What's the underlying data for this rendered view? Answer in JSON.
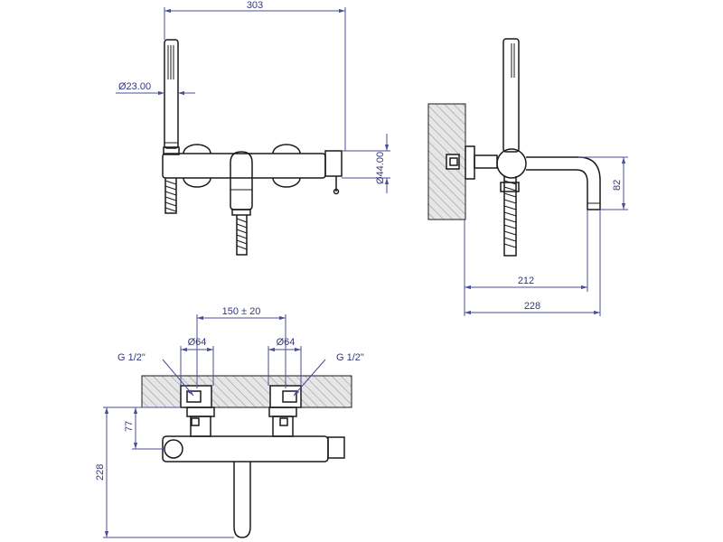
{
  "colors": {
    "line": "#1a1a1a",
    "dimension": "#4a4e9a",
    "wall_hatch": "#b9b9b9",
    "background": "#ffffff"
  },
  "front_view": {
    "width_dim": "303",
    "handshower_diameter": "Ø23.00",
    "body_diameter": "Ø44.00"
  },
  "side_view": {
    "height_dim": "82",
    "projection_dim": "212",
    "overall_depth_dim": "228"
  },
  "plan_view": {
    "centers_dim": "150 ± 20",
    "left_escutcheon": "Ø64",
    "right_escutcheon": "Ø64",
    "left_connection": "G 1/2\"",
    "right_connection": "G 1/2\"",
    "wall_offset_dim": "77",
    "spout_reach_dim": "228"
  }
}
